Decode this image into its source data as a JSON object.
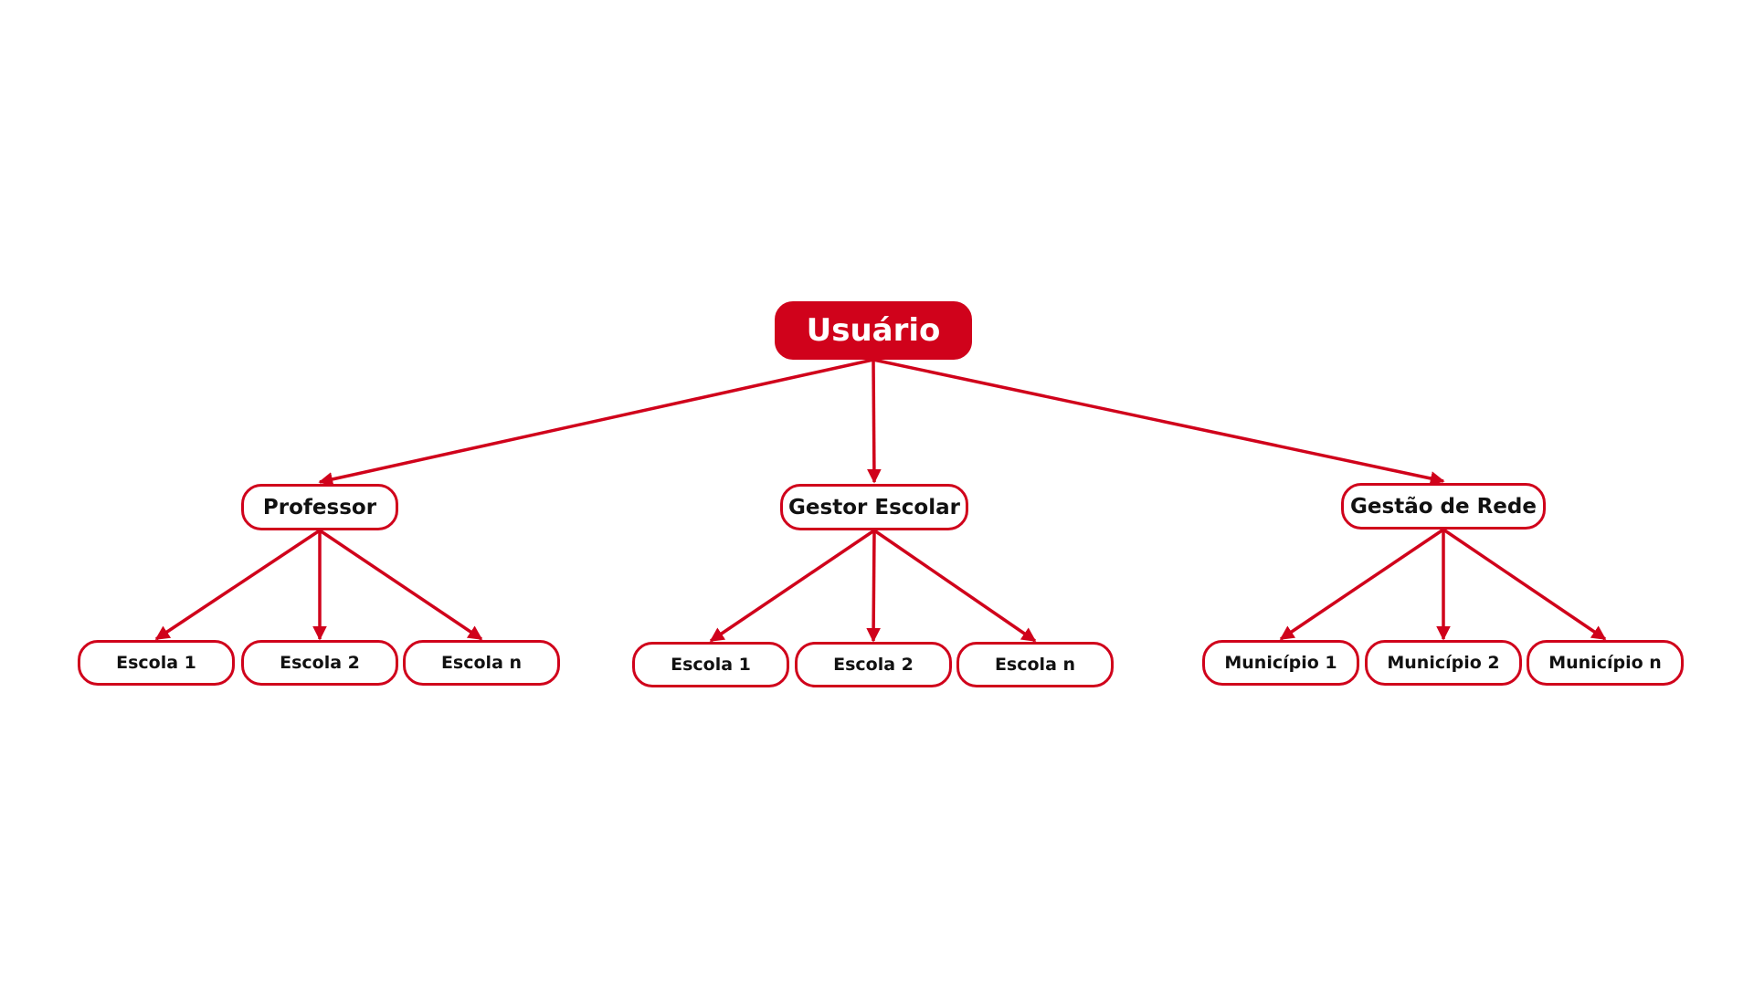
{
  "colors": {
    "accent": "#d0021b",
    "text": "#111111",
    "background": "#ffffff"
  },
  "root": {
    "label": "Usuário"
  },
  "roles": [
    {
      "label": "Professor",
      "children": [
        "Escola 1",
        "Escola 2",
        "Escola n"
      ]
    },
    {
      "label": "Gestor Escolar",
      "children": [
        "Escola 1",
        "Escola 2",
        "Escola n"
      ]
    },
    {
      "label": "Gestão de Rede",
      "children": [
        "Município 1",
        "Município 2",
        "Município n"
      ]
    }
  ]
}
